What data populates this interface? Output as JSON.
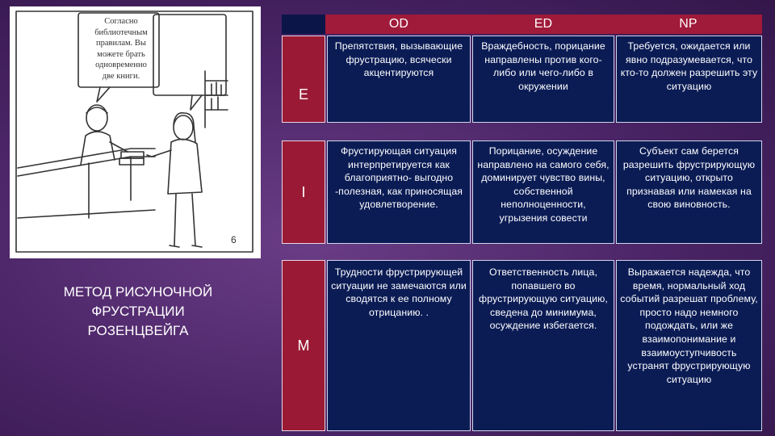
{
  "cartoon": {
    "bubble_lines": [
      "Согласно",
      "библиотечным",
      "правилам. Вы",
      "можете брать",
      "одновременно",
      "две книги."
    ],
    "picture_number": "6"
  },
  "slide_title": {
    "lines": [
      "МЕТОД РИСУНОЧНОЙ",
      "ФРУСТРАЦИИ",
      "РОЗЕНЦВЕЙГА"
    ]
  },
  "table": {
    "columns": [
      "OD",
      "ED",
      "NP"
    ],
    "rows": [
      {
        "label": "E",
        "cells": [
          "Препятствия, вызывающие фрустрацию, всячески акцентируются",
          "Враждебность, порицание направлены против кого-либо или чего-либо в окружении",
          "Требуется, ожидается или явно подразумевается, что кто-то должен разрешить эту ситуацию"
        ]
      },
      {
        "label": "I",
        "cells": [
          "Фрустирующая ситуация интерпретируется как благоприятно- выгодно -полезная, как приносящая удовлетворение.",
          "Порицание, осуждение направлено на самого себя, доминирует чувство вины, собственной неполноценности, угрызения совести",
          "Субъект сам берется разрешить фрустрирующую ситуацию, открыто признавая или намекая на свою виновность."
        ]
      },
      {
        "label": "M",
        "cells": [
          "Трудности фрустрирующей ситуации не замечаются или сводятся к ее полному отрицанию. .",
          "Ответственность лица, попавшего во фрустрирующую ситуацию, сведена до минимума, осуждение избегается.",
          "Выражается надежда, что время, нормальный ход событий разрешат проблему, просто надо немного подождать, или же взаимопонимание и взаимоуступчивость устранят фрустрирующую ситуацию"
        ]
      }
    ]
  }
}
